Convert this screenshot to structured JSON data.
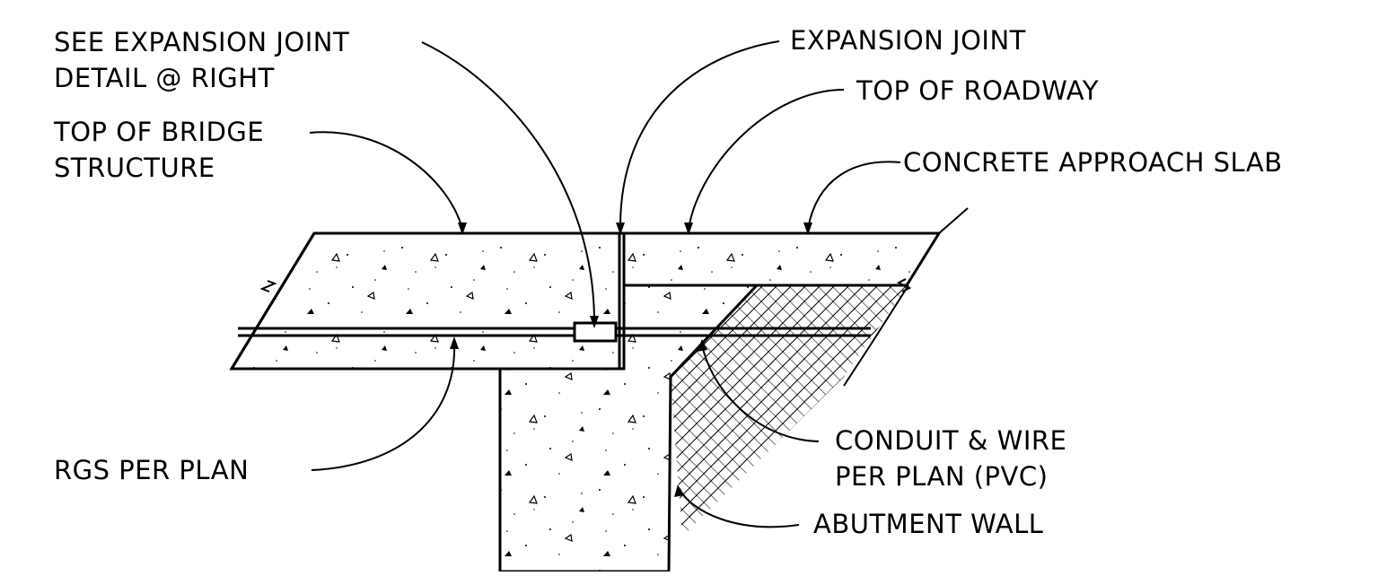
{
  "labels": {
    "see_expansion_joint_1": "SEE EXPANSION JOINT",
    "see_expansion_joint_2": "DETAIL @ RIGHT",
    "expansion_joint": "EXPANSION JOINT",
    "top_of_roadway": "TOP OF ROADWAY",
    "top_of_bridge_1": "TOP OF BRIDGE",
    "top_of_bridge_2": "STRUCTURE",
    "concrete_approach_slab": "CONCRETE APPROACH SLAB",
    "rgs_per_plan": "RGS PER PLAN",
    "conduit_wire_1": "CONDUIT & WIRE",
    "conduit_wire_2": "PER PLAN (PVC)",
    "abutment_wall": "ABUTMENT WALL"
  },
  "colors": {
    "ink": "#000000",
    "background": "#ffffff"
  }
}
